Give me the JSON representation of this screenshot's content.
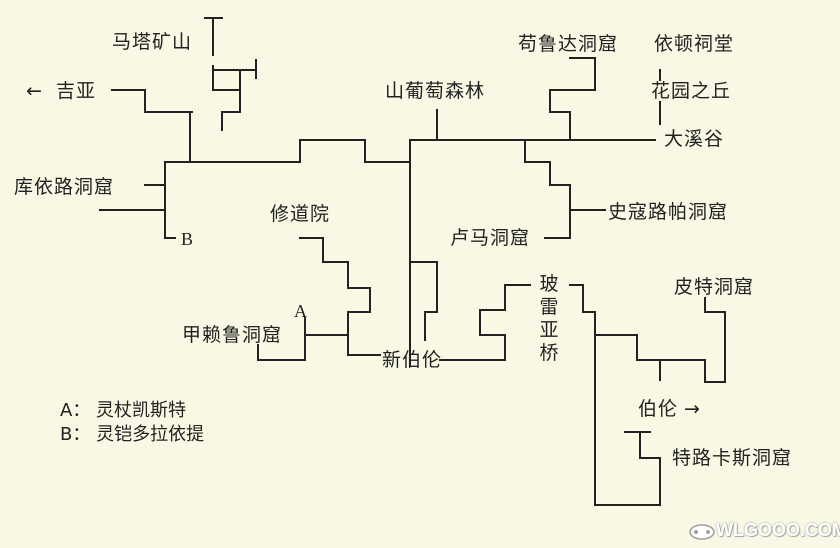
{
  "locations": {
    "mata_mine": "马塔矿山",
    "jia": "吉亚",
    "mountain_grape_forest": "山葡萄森林",
    "goulu_cave": "苟鲁达洞窟",
    "yidun_shrine": "依顿祠堂",
    "garden_hill": "花园之丘",
    "daxi_valley": "大溪谷",
    "kuyilu_cave": "库依路洞窟",
    "monastery": "修道院",
    "shikou_cave": "史寇路帕洞窟",
    "luma_cave": "卢马洞窟",
    "boleiya_bridge": [
      "玻",
      "雷",
      "亚",
      "桥"
    ],
    "pite_cave": "皮特洞窟",
    "jialailu_cave": "甲赖鲁洞窟",
    "new_bolun": "新伯伦",
    "bolun": "伯伦",
    "telu_cave": "特路卡斯洞窟"
  },
  "markers": {
    "a": "A",
    "b": "B"
  },
  "arrows": {
    "left": "←",
    "right": "→"
  },
  "legend": [
    "A：  灵杖凯斯特",
    "B：  灵铠多拉依提"
  ],
  "watermark": "WLGOOO.COM",
  "colors": {
    "background": "#f8f8e4",
    "lines": "#222222"
  }
}
